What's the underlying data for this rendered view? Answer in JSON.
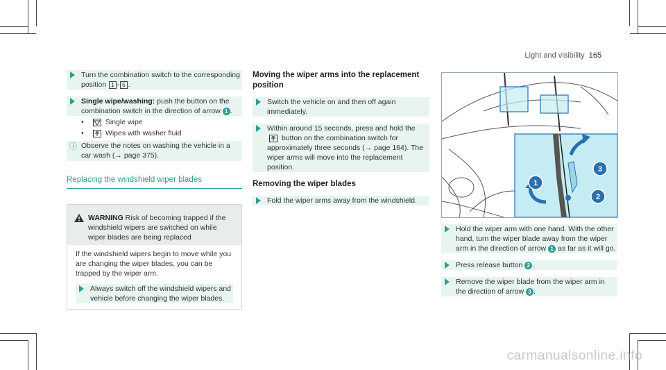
{
  "header": {
    "section": "Light and visibility",
    "page_number": "165"
  },
  "left": {
    "step1": {
      "text": "Turn the combination switch to the corresponding position",
      "key_from": "1",
      "key_sep": "-",
      "key_to": "5",
      "end": "."
    },
    "step2": {
      "label": "Single wipe/washing:",
      "text": "push the button on the combination switch in the direction of arrow",
      "callout": "1",
      "end": ".",
      "bullets": [
        {
          "icon": "single-wipe-icon",
          "text": "Single wipe"
        },
        {
          "icon": "washer-icon",
          "text": "Wipes with washer fluid"
        }
      ]
    },
    "note": {
      "text": "Observe the notes on washing the vehicle in a car wash (→ page 375)."
    },
    "section_title": "Replacing the windshield wiper blades",
    "warning": {
      "title": "WARNING",
      "title_text": "Risk of becoming trapped if the windshield wipers are switched on while wiper blades are being replaced",
      "body": "If the windshield wipers begin to move while you are changing the wiper blades, you can be trapped by the wiper arm.",
      "step": "Always switch off the windshield wipers and vehicle before changing the wiper blades."
    }
  },
  "middle": {
    "heading1": "Moving the wiper arms into the replacement position",
    "step1": "Switch the vehicle on and then off again immediately.",
    "step2_pre": "Within around 15 seconds, press and hold the",
    "step2_post": "button on the combination switch for approximately three seconds (→ page 164). The wiper arms will move into the replacement position.",
    "heading2": "Removing the wiper blades",
    "step3": "Fold the wiper arms away from the windshield."
  },
  "right": {
    "figure": {
      "callouts": [
        "1",
        "2",
        "3"
      ]
    },
    "step1_pre": "Hold the wiper arm with one hand. With the other hand, turn the wiper blade away from the wiper arm in the direction of arrow",
    "step1_callout": "1",
    "step1_post": "as far as it will go.",
    "step2_pre": "Press release button",
    "step2_callout": "2",
    "step2_post": ".",
    "step3_pre": "Remove the wiper blade from the wiper arm in the direction of arrow",
    "step3_callout": "3",
    "step3_post": "."
  },
  "watermark": "carmanualsonline.info",
  "colors": {
    "accent": "#2e9d93",
    "step_bg": "#e8f4f0",
    "figure_blue": "#c5ecf3"
  }
}
